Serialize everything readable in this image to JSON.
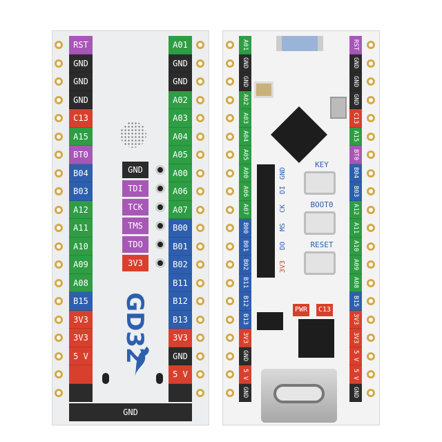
{
  "left_board": {
    "left_pins": [
      {
        "label": "RST",
        "color": "#a757b6"
      },
      {
        "label": "GND",
        "color": "#2b2b2b"
      },
      {
        "label": "GND",
        "color": "#2b2b2b"
      },
      {
        "label": "GND",
        "color": "#2b2b2b"
      },
      {
        "label": "C13",
        "color": "#d8402d"
      },
      {
        "label": "A15",
        "color": "#2e9d44"
      },
      {
        "label": "BT0",
        "color": "#a757b6"
      },
      {
        "label": "B04",
        "color": "#2e5fae"
      },
      {
        "label": "B03",
        "color": "#2e5fae"
      },
      {
        "label": "A12",
        "color": "#2e9d44"
      },
      {
        "label": "A11",
        "color": "#2e9d44"
      },
      {
        "label": "A10",
        "color": "#2e9d44"
      },
      {
        "label": "A09",
        "color": "#2e9d44"
      },
      {
        "label": "A08",
        "color": "#2e9d44"
      },
      {
        "label": "B15",
        "color": "#2e5fae"
      },
      {
        "label": "3V3",
        "color": "#d8402d"
      },
      {
        "label": "3V3",
        "color": "#d8402d"
      },
      {
        "label": "5 V",
        "color": "#d8402d"
      },
      {
        "label": "",
        "color": "#d8402d"
      },
      {
        "label": "",
        "color": "#2b2b2b"
      }
    ],
    "right_pins": [
      {
        "label": "A01",
        "color": "#2e9d44"
      },
      {
        "label": "GND",
        "color": "#2b2b2b"
      },
      {
        "label": "GND",
        "color": "#2b2b2b"
      },
      {
        "label": "A02",
        "color": "#2e9d44"
      },
      {
        "label": "A03",
        "color": "#2e9d44"
      },
      {
        "label": "A04",
        "color": "#2e9d44"
      },
      {
        "label": "A05",
        "color": "#2e9d44"
      },
      {
        "label": "A00",
        "color": "#2e9d44"
      },
      {
        "label": "A06",
        "color": "#2e9d44"
      },
      {
        "label": "A07",
        "color": "#2e9d44"
      },
      {
        "label": "B00",
        "color": "#2e5fae"
      },
      {
        "label": "B01",
        "color": "#2e5fae"
      },
      {
        "label": "B02",
        "color": "#2e5fae"
      },
      {
        "label": "B11",
        "color": "#2e5fae"
      },
      {
        "label": "B12",
        "color": "#2e5fae"
      },
      {
        "label": "B13",
        "color": "#2e5fae"
      },
      {
        "label": "3V3",
        "color": "#d8402d"
      },
      {
        "label": "GND",
        "color": "#2b2b2b"
      },
      {
        "label": "5 V",
        "color": "#d8402d"
      },
      {
        "label": "",
        "color": "#2b2b2b"
      }
    ],
    "jtag_pins": [
      {
        "label": "GND",
        "color": "#2b2b2b"
      },
      {
        "label": "TDI",
        "color": "#a757b6"
      },
      {
        "label": "TCK",
        "color": "#a757b6"
      },
      {
        "label": "TMS",
        "color": "#a757b6"
      },
      {
        "label": "TDO",
        "color": "#a757b6"
      },
      {
        "label": "3V3",
        "color": "#d8402d"
      }
    ],
    "logo_text": "GD32",
    "bottom_label": "GND"
  },
  "right_board": {
    "left_pins": [
      "A01",
      "GND",
      "GND",
      "A02",
      "A03",
      "A04",
      "A05",
      "A00",
      "A06",
      "A07",
      "B00",
      "B01",
      "B02",
      "B11",
      "B12",
      "B13",
      "3V3",
      "GND",
      "5 V",
      "GND"
    ],
    "right_pins": [
      "RST",
      "GND",
      "GND",
      "GND",
      "C13",
      "A15",
      "BT0",
      "B04",
      "B03",
      "A12",
      "A11",
      "A10",
      "A09",
      "A08",
      "B15",
      "3V3",
      "3V3",
      "5 V",
      "5 V",
      "GND"
    ],
    "header_labels": [
      "GND",
      "DI",
      "CK",
      "MS",
      "DO",
      "3V3"
    ],
    "button_labels": [
      "KEY",
      "BOOT0",
      "RESET"
    ],
    "led_labels": [
      "PWR",
      "C13"
    ]
  },
  "colors": {
    "green": "#2e9d44",
    "blue": "#2e5fae",
    "red": "#d8402d",
    "purple": "#a757b6",
    "black": "#2b2b2b",
    "gold": "#d4a948"
  }
}
